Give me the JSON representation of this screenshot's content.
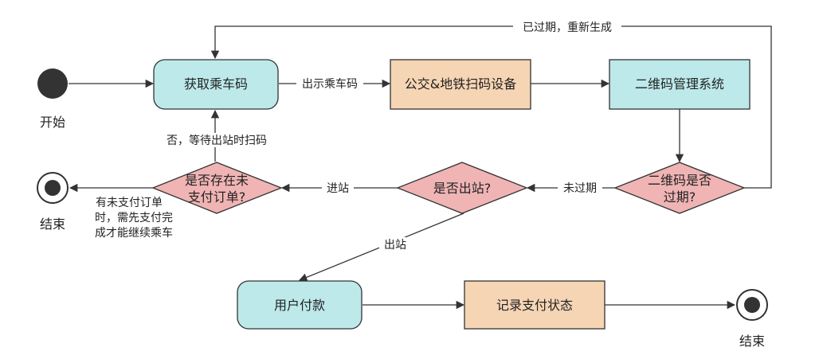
{
  "nodes": {
    "start_label": "开始",
    "get_code": "获取乘车码",
    "scan_device": "公交&地铁扫码设备",
    "qr_system": "二维码管理系统",
    "expired_q": [
      "二维码是否",
      "过期?"
    ],
    "exit_q": "是否出站?",
    "unpaid_q": [
      "是否存在未",
      "支付订单?"
    ],
    "end_label_left": "结束",
    "user_pay": "用户付款",
    "record_status": "记录支付状态",
    "end_label_right": "结束"
  },
  "edges": {
    "show_code": "出示乘车码",
    "expired_regen": "已过期，重新生成",
    "not_expired": "未过期",
    "enter": "进站",
    "wait_scan": "否，等待出站时扫码",
    "unpaid_note": [
      "有未支付订单",
      "时，需先支付完",
      "成才能继续乘车"
    ],
    "exit": "出站"
  },
  "colors": {
    "cyan": "#bde9ea",
    "orange": "#f6d5b4",
    "pink": "#f0b4b4",
    "stroke": "#333333"
  }
}
